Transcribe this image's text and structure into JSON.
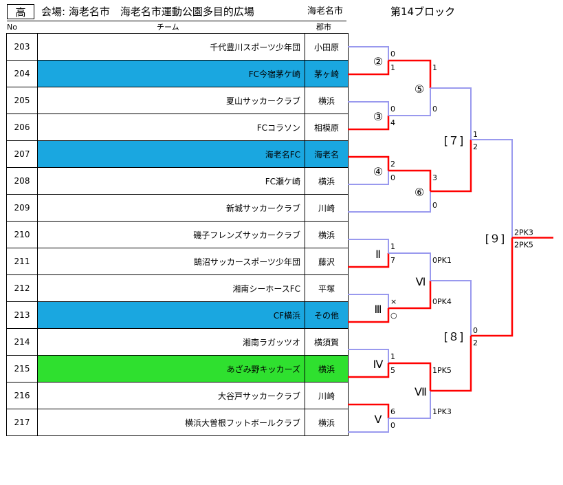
{
  "header": {
    "level": "高",
    "venue_line": "会場: 海老名市　海老名市運動公園多目的広場",
    "venue_city": "海老名市",
    "block_title": "第14ブロック"
  },
  "columns": {
    "no": "No",
    "team": "チーム",
    "city": "郡市"
  },
  "teams": [
    {
      "no": "203",
      "name": "千代豊川スポーツ少年団",
      "city": "小田原",
      "highlight": ""
    },
    {
      "no": "204",
      "name": "FC今宿茅ケ崎",
      "city": "茅ヶ崎",
      "highlight": "blue"
    },
    {
      "no": "205",
      "name": "夏山サッカークラブ",
      "city": "横浜",
      "highlight": ""
    },
    {
      "no": "206",
      "name": "FCコラソン",
      "city": "相模原",
      "highlight": ""
    },
    {
      "no": "207",
      "name": "海老名FC",
      "city": "海老名",
      "highlight": "blue"
    },
    {
      "no": "208",
      "name": "FC瀬ケ崎",
      "city": "横浜",
      "highlight": ""
    },
    {
      "no": "209",
      "name": "新城サッカークラブ",
      "city": "川崎",
      "highlight": ""
    },
    {
      "no": "210",
      "name": "磯子フレンズサッカークラブ",
      "city": "横浜",
      "highlight": ""
    },
    {
      "no": "211",
      "name": "鵠沼サッカースポーツ少年団",
      "city": "藤沢",
      "highlight": ""
    },
    {
      "no": "212",
      "name": "湘南シーホースFC",
      "city": "平塚",
      "highlight": ""
    },
    {
      "no": "213",
      "name": "CF横浜",
      "city": "その他",
      "highlight": "blue"
    },
    {
      "no": "214",
      "name": "湘南ラガッツオ",
      "city": "横須賀",
      "highlight": ""
    },
    {
      "no": "215",
      "name": "あざみ野キッカーズ",
      "city": "横浜",
      "highlight": "green"
    },
    {
      "no": "216",
      "name": "大谷戸サッカークラブ",
      "city": "川崎",
      "highlight": ""
    },
    {
      "no": "217",
      "name": "横浜大曽根フットボールクラブ",
      "city": "横浜",
      "highlight": ""
    }
  ],
  "bracket": {
    "colors": {
      "winner": "#ff0000",
      "loser": "#9999ee"
    },
    "matches": {
      "m2": {
        "label": "②",
        "top_score": "0",
        "bottom_score": "1"
      },
      "m3": {
        "label": "③",
        "top_score": "0",
        "bottom_score": "4"
      },
      "m4": {
        "label": "④",
        "top_score": "2",
        "bottom_score": "0"
      },
      "m5": {
        "label": "⑤",
        "top_score": "1",
        "bottom_score": "0"
      },
      "m6": {
        "label": "⑥",
        "top_score": "3",
        "bottom_score": "0"
      },
      "m7": {
        "label": "[７]",
        "top_score": "1",
        "bottom_score": "2"
      },
      "mII": {
        "label": "Ⅱ",
        "top_score": "1",
        "bottom_score": "7"
      },
      "mIII": {
        "label": "Ⅲ",
        "top_score": "×",
        "bottom_score": "○"
      },
      "mIV": {
        "label": "Ⅳ",
        "top_score": "1",
        "bottom_score": "5"
      },
      "mV": {
        "label": "Ⅴ",
        "top_score": "6",
        "bottom_score": "0"
      },
      "mVI": {
        "label": "Ⅵ",
        "top_score": "0PK1",
        "bottom_score": "0PK4"
      },
      "mVII": {
        "label": "Ⅶ",
        "top_score": "1PK5",
        "bottom_score": "1PK3"
      },
      "m8": {
        "label": "[８]",
        "top_score": "0",
        "bottom_score": "2"
      },
      "m9": {
        "label": "[９]",
        "top_score": "2PK3",
        "bottom_score": "2PK5"
      }
    }
  }
}
